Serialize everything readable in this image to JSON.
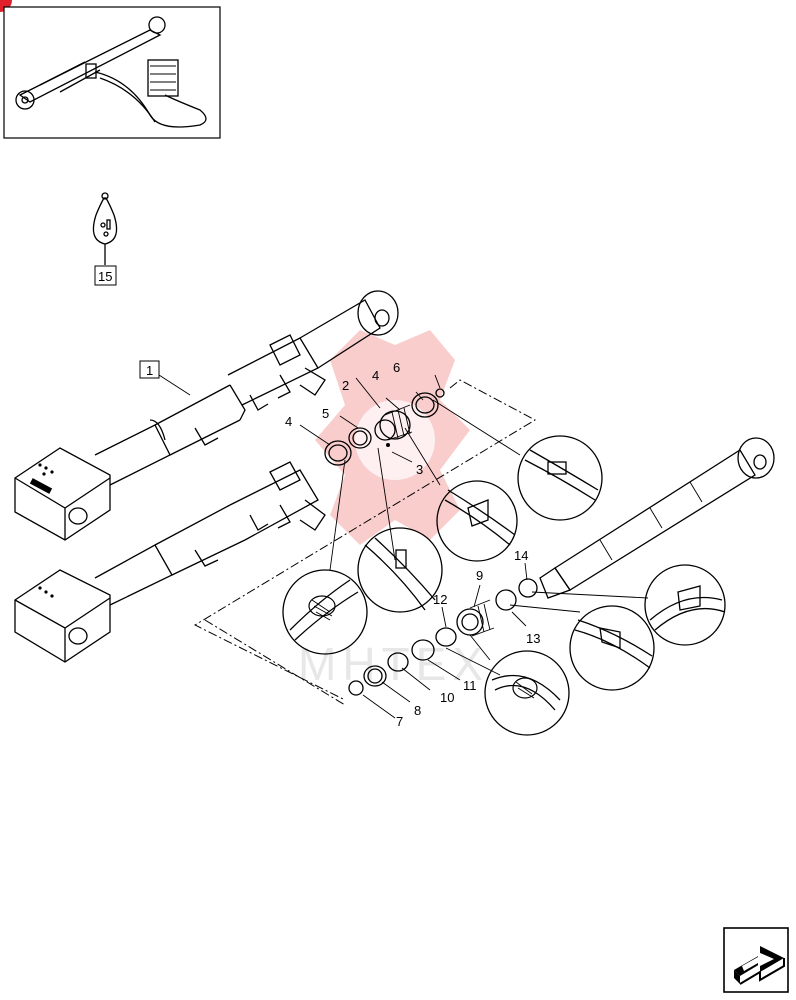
{
  "callouts": {
    "c1": "1",
    "c2": "2",
    "c3": "3",
    "c4a": "4",
    "c4b": "4",
    "c5": "5",
    "c6": "6",
    "c7": "7",
    "c8": "8",
    "c9": "9",
    "c10": "10",
    "c11": "11",
    "c12": "12",
    "c13": "13",
    "c14": "14",
    "c15": "15"
  },
  "watermark": {
    "text": "MHTEX"
  },
  "colors": {
    "line": "#000000",
    "watermark": "#f07070",
    "corner_badge": "#e0202a"
  },
  "icons": {
    "thumbnail": "hydraulic-cylinder-thumbnail-icon",
    "bag": "parts-bag-icon",
    "nav": "next-page-arrow-icon"
  }
}
